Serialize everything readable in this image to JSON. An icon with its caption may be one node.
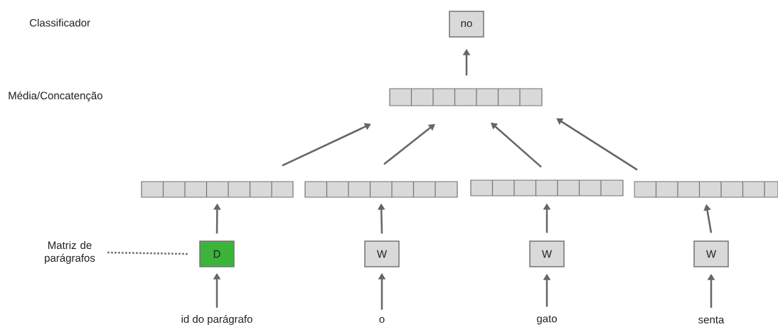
{
  "diagram": {
    "nodes": [
      {
        "text": [
          "no"
        ]
      },
      {
        "text": [],
        "shape": "bar"
      },
      {
        "text": [],
        "shape": "bar"
      },
      {
        "text": [],
        "shape": "bar"
      },
      {
        "text": [],
        "shape": "bar"
      },
      {
        "text": [],
        "shape": "bar"
      },
      {
        "text": [
          "D"
        ]
      },
      {
        "text": [
          "W"
        ]
      },
      {
        "text": [
          "W"
        ]
      },
      {
        "text": [
          "W"
        ]
      },
      {
        "text": [
          "id do parágrafo"
        ]
      },
      {
        "text": [
          "o"
        ]
      },
      {
        "text": [
          "gato"
        ]
      },
      {
        "text": [
          "senta"
        ]
      },
      {
        "text": [
          "Matriz de parágrafos"
        ]
      }
    ],
    "edges": [
      {
        "from": 10,
        "to": 6,
        "arrow": "to"
      },
      {
        "from": 6,
        "to": 2,
        "arrow": "to"
      },
      {
        "from": 11,
        "to": 7,
        "arrow": "to"
      },
      {
        "from": 7,
        "to": 3,
        "arrow": "to"
      },
      {
        "from": 12,
        "to": 8,
        "arrow": "to"
      },
      {
        "from": 8,
        "to": 4,
        "arrow": "to"
      },
      {
        "from": 13,
        "to": 9,
        "arrow": "to"
      },
      {
        "from": 9,
        "to": 5,
        "arrow": "to"
      },
      {
        "from": 2,
        "to": 1,
        "arrow": "to"
      },
      {
        "from": 3,
        "to": 1,
        "arrow": "to"
      },
      {
        "from": 4,
        "to": 1,
        "arrow": "to"
      },
      {
        "from": 5,
        "to": 1,
        "arrow": "to"
      },
      {
        "from": 1,
        "to": 0,
        "arrow": "to"
      },
      {
        "from": 14,
        "to": 6,
        "arrow": "none",
        "style": "dashed"
      }
    ],
    "labels": [
      "Classificador",
      "Média/Concatenção"
    ]
  }
}
